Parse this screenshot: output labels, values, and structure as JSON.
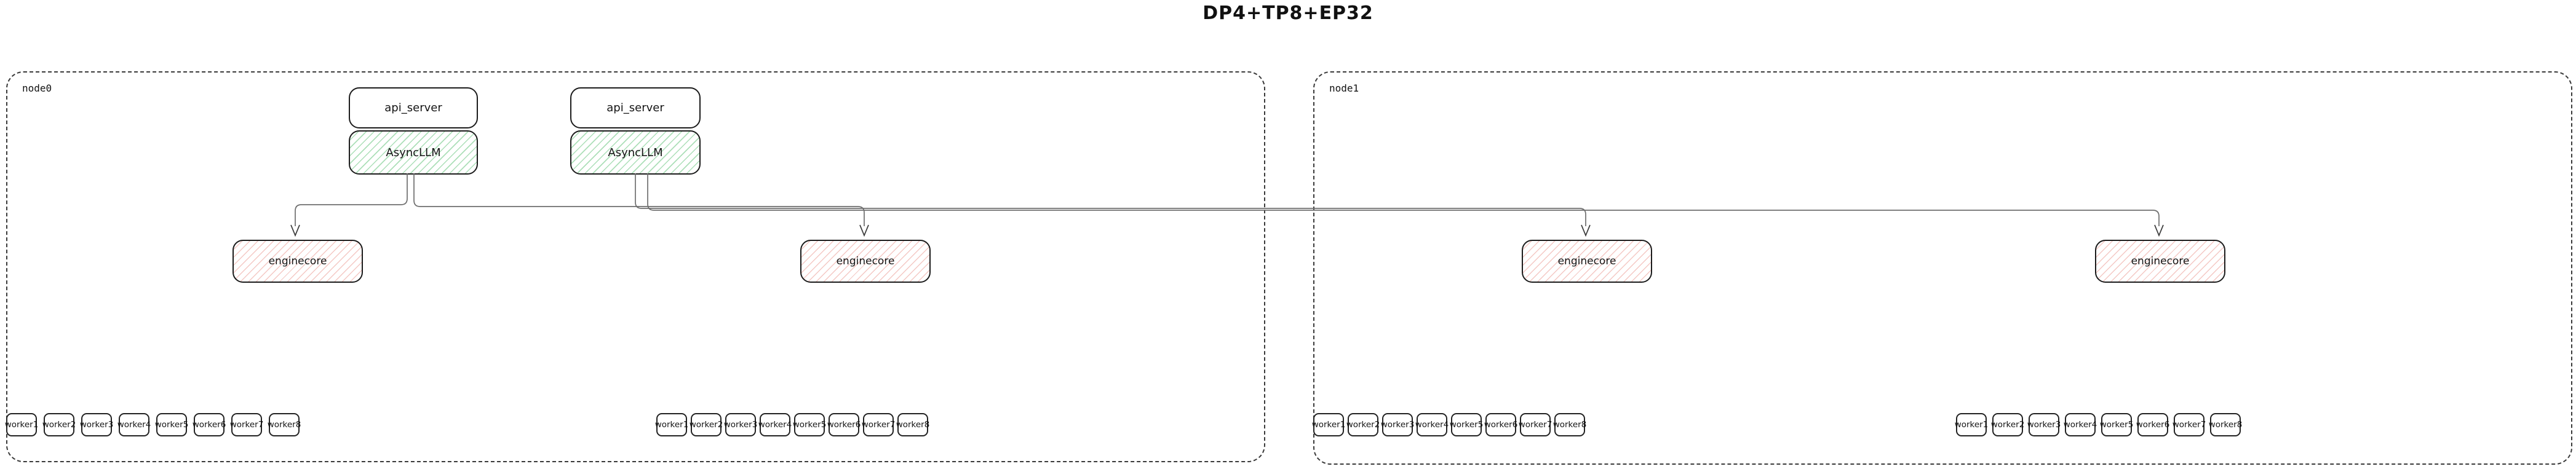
{
  "title": "DP4+TP8+EP32",
  "colors": {
    "background": "#ffffff",
    "box_border": "#1c1c1c",
    "node_border_dashed": "#3a3a3a",
    "asyncllm_hatch_green": "#68c57d",
    "enginecore_hatch_red": "#e5776c",
    "edge_gray": "#6e6e6e",
    "text": "#141414"
  },
  "nodes": [
    {
      "label": "node0",
      "servers": [
        {
          "api": "api_server",
          "llm": "AsyncLLM"
        },
        {
          "api": "api_server",
          "llm": "AsyncLLM"
        }
      ],
      "enginecores": [
        "enginecore",
        "enginecore"
      ],
      "worker_groups": [
        [
          "worker1",
          "worker2",
          "worker3",
          "worker4",
          "worker5",
          "worker6",
          "worker7",
          "worker8"
        ],
        [
          "worker1",
          "worker2",
          "worker3",
          "worker4",
          "worker5",
          "worker6",
          "worker7",
          "worker8"
        ]
      ]
    },
    {
      "label": "node1",
      "servers": [],
      "enginecores": [
        "enginecore",
        "enginecore"
      ],
      "worker_groups": [
        [
          "worker1",
          "worker2",
          "worker3",
          "worker4",
          "worker5",
          "worker6",
          "worker7",
          "worker8"
        ],
        [
          "worker1",
          "worker2",
          "worker3",
          "worker4",
          "worker5",
          "worker6",
          "worker7",
          "worker8"
        ]
      ]
    }
  ],
  "edges": [
    {
      "from": "node0 AsyncLLM #1",
      "to": "node0 enginecore #1"
    },
    {
      "from": "node0 AsyncLLM #1",
      "to": "node0 enginecore #2"
    },
    {
      "from": "node0 AsyncLLM #2",
      "to": "node1 enginecore #1"
    },
    {
      "from": "node0 AsyncLLM #2",
      "to": "node1 enginecore #2"
    }
  ]
}
